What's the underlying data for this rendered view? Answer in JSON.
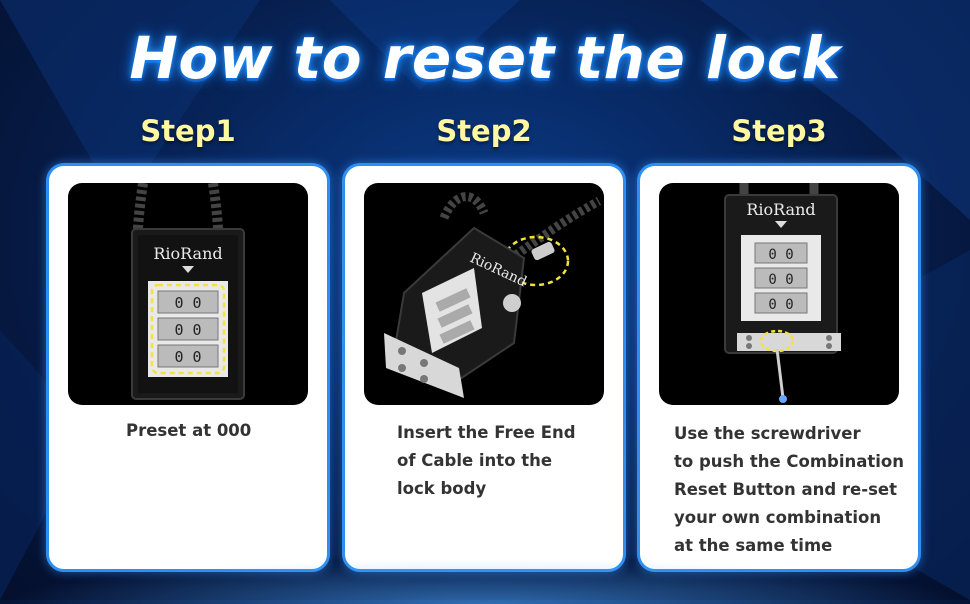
{
  "header": {
    "title": "How to reset the lock"
  },
  "brand": {
    "logo_text": "RioRand"
  },
  "colors": {
    "accent_blue": "#2f8ff0",
    "step_yellow": "#fff8a0",
    "highlight": "#f4e23a"
  },
  "steps": [
    {
      "label": "Step1",
      "description": [
        "Preset at 000"
      ]
    },
    {
      "label": "Step2",
      "description": [
        "Insert the Free End",
        "of Cable into the",
        "lock body"
      ]
    },
    {
      "label": "Step3",
      "description": [
        "Use the screwdriver",
        "to push the Combination",
        "Reset Button and re-set",
        "your own combination",
        "at the same time"
      ]
    }
  ]
}
